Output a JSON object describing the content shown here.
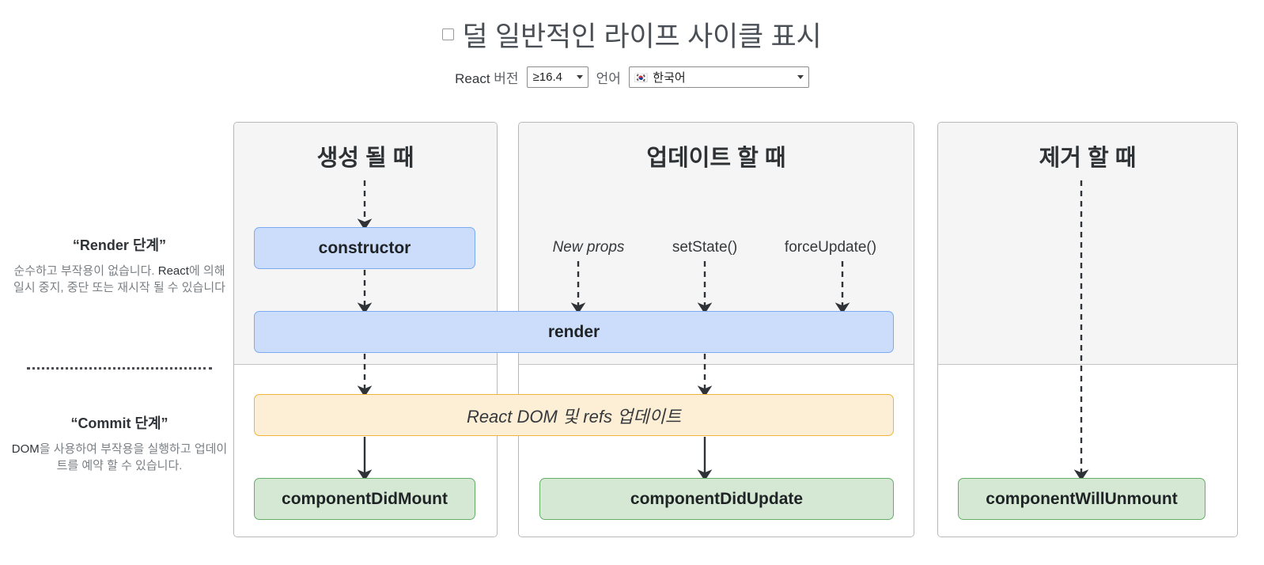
{
  "header": {
    "checkbox_label": "덜 일반적인 라이프 사이클 표시",
    "checkbox_checked": false,
    "version_label_prefix": "React",
    "version_label_suffix": "버전",
    "version_value": "≥16.4",
    "language_label": "언어",
    "language_flag": "🇰🇷",
    "language_value": "한국어"
  },
  "phases": [
    {
      "title": "“Render 단계”",
      "desc_part1": "순수하고 부작용이 없습니다. ",
      "desc_emphasis": "React",
      "desc_part2": "에 의해 일시 중지, 중단 또는 재시작 될 수 있습니다"
    },
    {
      "title": "“Commit 단계”",
      "desc_part1": "",
      "desc_emphasis": "DOM",
      "desc_part2": "을 사용하여 부작용을 실행하고 업데이트를 예약 할 수 있습니다."
    }
  ],
  "columns": [
    {
      "id": "mounting",
      "title": "생성 될 때"
    },
    {
      "id": "updating",
      "title": "업데이트 할 때"
    },
    {
      "id": "unmounting",
      "title": "제거 할 때"
    }
  ],
  "lifecycle": {
    "constructor": "constructor",
    "render": "render",
    "react_dom_refs": "React DOM 및 refs 업데이트",
    "component_did_mount": "componentDidMount",
    "component_did_update": "componentDidUpdate",
    "component_will_unmount": "componentWillUnmount"
  },
  "triggers": {
    "new_props": "New props",
    "set_state": "setState()",
    "force_update": "forceUpdate()"
  },
  "colors": {
    "render_box": "#cbddfb",
    "render_box_border": "#7aabf0",
    "commit_box": "#fdeed6",
    "commit_box_border": "#f0b33c",
    "lifecycle_box": "#d4e8d3",
    "lifecycle_box_border": "#67ae6b",
    "panel_header_bg": "#f5f5f5",
    "panel_border": "#b8b8b8",
    "arrow": "#2f3337"
  }
}
